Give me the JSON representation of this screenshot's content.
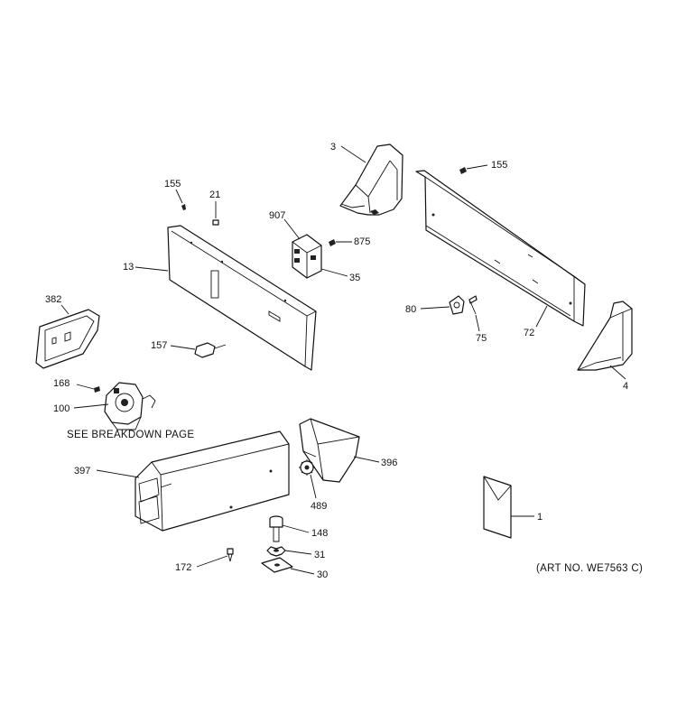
{
  "callouts": {
    "c3": "3",
    "c155a": "155",
    "c155b": "155",
    "c21": "21",
    "c907": "907",
    "c875": "875",
    "c13": "13",
    "c35": "35",
    "c382": "382",
    "c80": "80",
    "c75": "75",
    "c72": "72",
    "c157": "157",
    "c4": "4",
    "c168": "168",
    "c100": "100",
    "c397": "397",
    "c396": "396",
    "c489": "489",
    "c1": "1",
    "c148": "148",
    "c31": "31",
    "c172": "172",
    "c30": "30"
  },
  "notes": {
    "breakdown": "SEE BREAKDOWN PAGE",
    "art_no": "(ART NO. WE7563 C)"
  }
}
